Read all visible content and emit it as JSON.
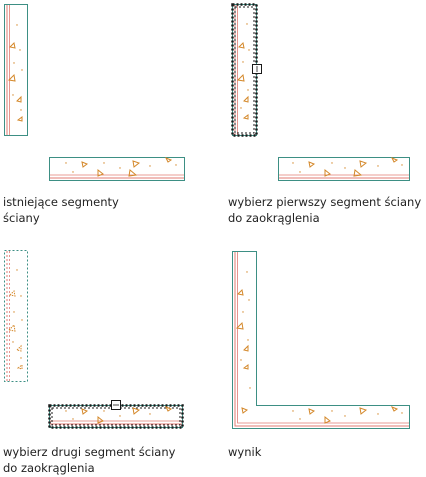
{
  "captions": {
    "panel1": [
      "istniejące segmenty",
      "ściany"
    ],
    "panel2": [
      "wybierz pierwszy segment ściany",
      "do zaokrąglenia"
    ],
    "panel3": [
      "wybierz drugi segment ściany",
      "do zaokrąglenia"
    ],
    "panel4": [
      "wynik"
    ]
  },
  "colors": {
    "wall_outline": "#3d8f84",
    "inner_line": "#e07b73",
    "hatch": "#d4882a",
    "selection": "#1a1a1a",
    "caption_text": "#222222"
  }
}
